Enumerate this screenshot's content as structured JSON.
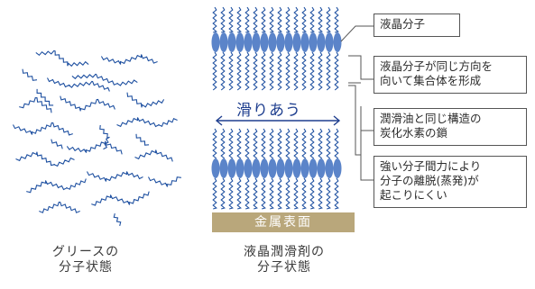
{
  "captions": {
    "grease_line1": "グリースの",
    "grease_line2": "分子状態",
    "lc_line1": "液晶潤滑剤の",
    "lc_line2": "分子状態"
  },
  "diagram": {
    "slide_label": "滑りあう",
    "metal_surface": "金属表面"
  },
  "labels": [
    {
      "lines": [
        "液晶分子"
      ]
    },
    {
      "lines": [
        "液晶分子が同じ方向を",
        "向いて集合体を形成"
      ]
    },
    {
      "lines": [
        "潤滑油と同じ構造の",
        "炭化水素の鎖"
      ]
    },
    {
      "lines": [
        "強い分子間力により",
        "分子の離脱(蒸発)が",
        "起こりにくい"
      ]
    }
  ],
  "colors": {
    "chain": "#1d4fa0",
    "molecule": "#5b84c9",
    "metal": "#b9a77b",
    "line": "#555555"
  }
}
